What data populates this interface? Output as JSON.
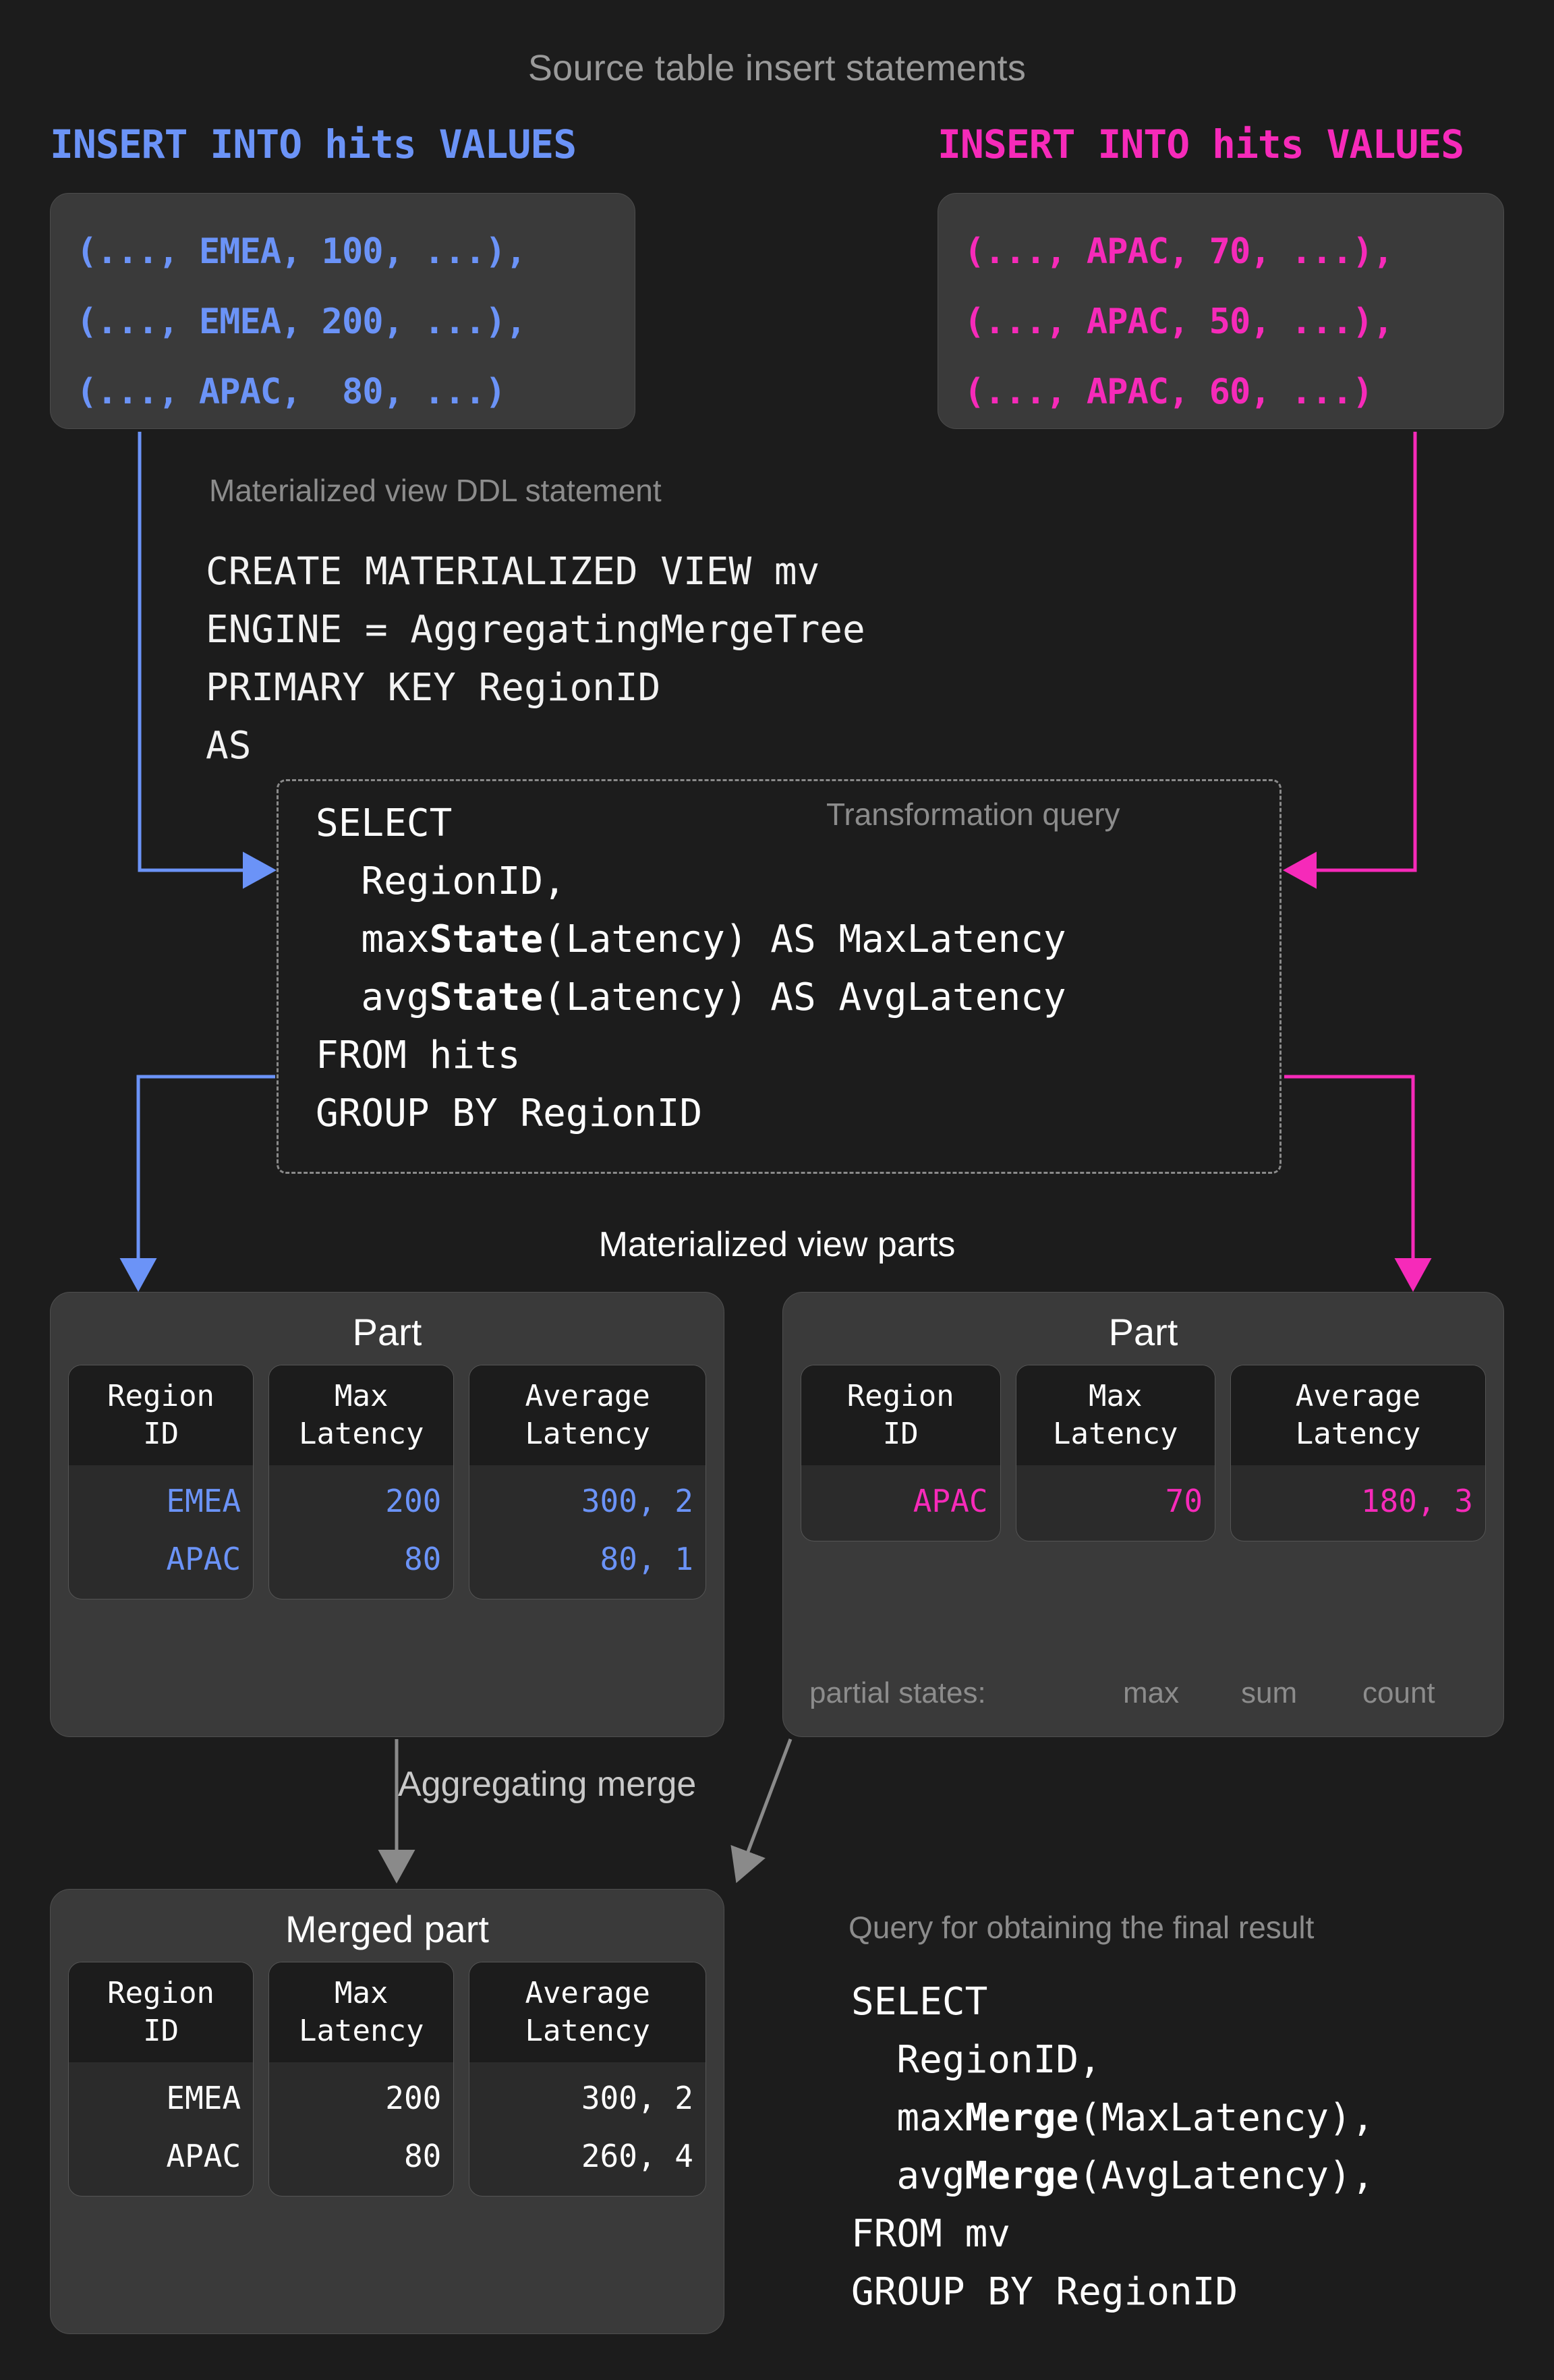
{
  "page": {
    "title": "Source table insert statements",
    "background": "#1c1c1c",
    "blue": "#6b93f7",
    "pink": "#f62ab9",
    "muted": "#8c8c8c"
  },
  "inserts": {
    "left": {
      "header": "INSERT INTO hits VALUES",
      "rows": [
        "(..., EMEA, 100, ...),",
        "(..., EMEA, 200, ...),",
        "(..., APAC,  80, ...)"
      ]
    },
    "right": {
      "header": "INSERT INTO hits VALUES",
      "rows": [
        "(..., APAC, 70, ...),",
        "(..., APAC, 50, ...),",
        "(..., APAC, 60, ...)"
      ]
    }
  },
  "ddl": {
    "label": "Materialized view DDL statement",
    "code": "CREATE MATERIALIZED VIEW mv\nENGINE = AggregatingMergeTree\nPRIMARY KEY RegionID\nAS"
  },
  "transformation_query": {
    "label": "Transformation query",
    "line1": "SELECT",
    "line2": "  RegionID,",
    "line3_pre": "  max",
    "line3_bold": "State",
    "line3_post": "(Latency) AS MaxLatency",
    "line4_pre": "  avg",
    "line4_bold": "State",
    "line4_post": "(Latency) AS AvgLatency",
    "line5": "FROM hits",
    "line6": "GROUP BY RegionID"
  },
  "parts_section": {
    "label": "Materialized view parts",
    "columns": [
      "Region\nID",
      "Max\nLatency",
      "Average\nLatency"
    ],
    "left_part": {
      "title": "Part",
      "region_id": [
        "EMEA",
        "APAC"
      ],
      "max_latency": [
        "200",
        "80"
      ],
      "average_latency": [
        "300, 2",
        "80, 1"
      ]
    },
    "right_part": {
      "title": "Part",
      "region_id": [
        "APAC"
      ],
      "max_latency": [
        "70"
      ],
      "average_latency": [
        "180, 3"
      ]
    },
    "partial_states": {
      "label": "partial states:",
      "max": "max",
      "sum": "sum",
      "count": "count"
    }
  },
  "merge": {
    "label": "Aggregating merge",
    "merged_part": {
      "title": "Merged part",
      "columns": [
        "Region\nID",
        "Max\nLatency",
        "Average\nLatency"
      ],
      "region_id": [
        "EMEA",
        "APAC"
      ],
      "max_latency": [
        "200",
        "80"
      ],
      "average_latency": [
        "300, 2",
        "260, 4"
      ]
    }
  },
  "final_query": {
    "label": "Query for obtaining the final result",
    "line1": "SELECT",
    "line2": "  RegionID,",
    "line3_pre": "  max",
    "line3_bold": "Merge",
    "line3_post": "(MaxLatency),",
    "line4_pre": "  avg",
    "line4_bold": "Merge",
    "line4_post": "(AvgLatency),",
    "line5": "FROM mv",
    "line6": "GROUP BY RegionID"
  }
}
